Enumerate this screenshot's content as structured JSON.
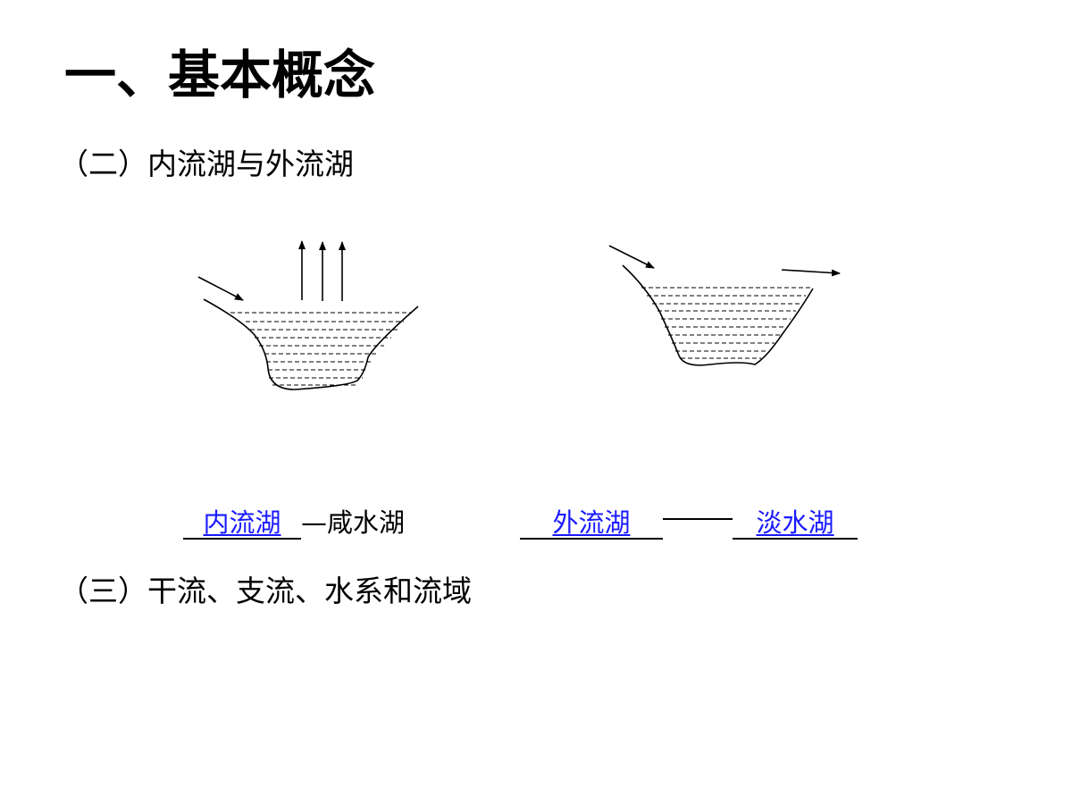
{
  "title": "一、基本概念",
  "section_2": "（二）内流湖与外流湖",
  "section_3": "（三）干流、支流、水系和流域",
  "left_caption": {
    "answer": "内流湖",
    "suffix": "—咸水湖"
  },
  "right_caption": {
    "answer_1": "外流湖",
    "answer_2": "淡水湖"
  },
  "colors": {
    "answer": "#1a1aff",
    "line": "#000000"
  }
}
